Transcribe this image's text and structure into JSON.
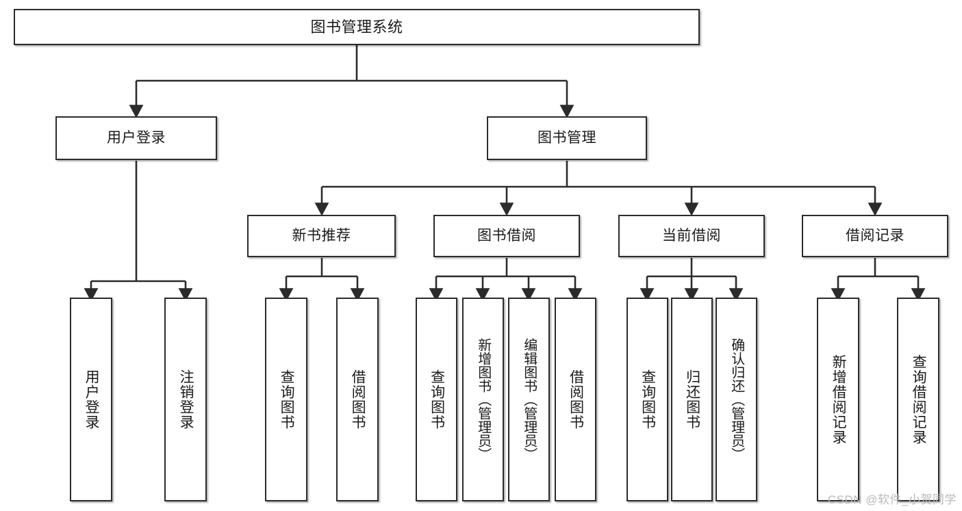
{
  "diagram": {
    "title": "图书管理系统",
    "type": "功能结构图",
    "style": {
      "box_border_color": "#2b2b2b",
      "box_fill_color": "#ffffff",
      "edge_color": "#2b2b2b",
      "background_color": "#ffffff",
      "watermark_color": "#b9b9b9"
    }
  },
  "root": {
    "label": "图书管理系统"
  },
  "level2": [
    {
      "label": "用户登录"
    },
    {
      "label": "图书管理"
    }
  ],
  "level3": [
    {
      "label": "新书推荐"
    },
    {
      "label": "图书借阅"
    },
    {
      "label": "当前借阅"
    },
    {
      "label": "借阅记录"
    }
  ],
  "leaves": {
    "user_login": [
      {
        "label": "用户登录"
      },
      {
        "label": "注销登录"
      }
    ],
    "new_book_recommend": [
      {
        "label": "查询图书"
      },
      {
        "label": "借阅图书"
      }
    ],
    "book_borrow": [
      {
        "label": "查询图书"
      },
      {
        "label": "新增图书（管理员）"
      },
      {
        "label": "编辑图书（管理员）"
      },
      {
        "label": "借阅图书"
      }
    ],
    "current_borrow": [
      {
        "label": "查询图书"
      },
      {
        "label": "归还图书"
      },
      {
        "label": "确认归还（管理员）"
      }
    ],
    "borrow_records": [
      {
        "label": "新增借阅记录"
      },
      {
        "label": "查询借阅记录"
      }
    ]
  },
  "watermark": {
    "text": "CSDN @软件_小贺同学"
  }
}
